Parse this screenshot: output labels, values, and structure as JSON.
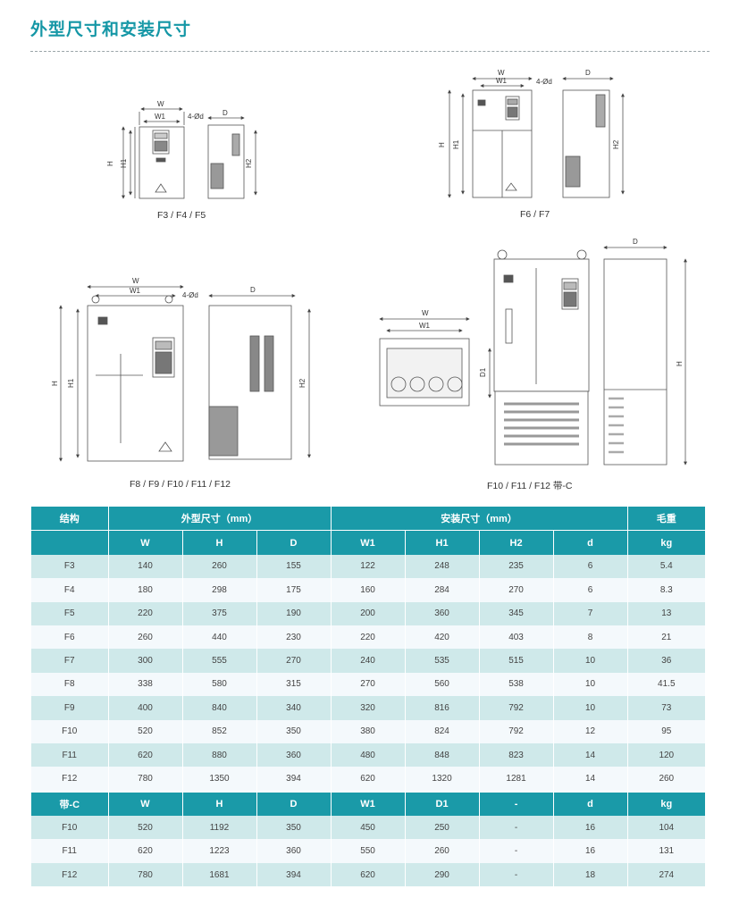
{
  "title": "外型尺寸和安装尺寸",
  "figures": [
    {
      "label": "F3 / F4 / F5"
    },
    {
      "label": "F6 / F7"
    },
    {
      "label": "F8 / F9 / F10 / F11 / F12"
    },
    {
      "label": "F10 / F11 / F12 带-C"
    }
  ],
  "dims": {
    "W": "W",
    "W1": "W1",
    "H": "H",
    "H1": "H1",
    "H2": "H2",
    "D": "D",
    "D1": "D1",
    "hole": "4-Ød"
  },
  "table": {
    "group_headers": {
      "structure": "结构",
      "outline": "外型尺寸（mm）",
      "install": "安装尺寸（mm）",
      "weight": "毛重"
    },
    "sub_headers": [
      "W",
      "H",
      "D",
      "W1",
      "H1",
      "H2",
      "d",
      "kg"
    ],
    "rows": [
      [
        "F3",
        "140",
        "260",
        "155",
        "122",
        "248",
        "235",
        "6",
        "5.4"
      ],
      [
        "F4",
        "180",
        "298",
        "175",
        "160",
        "284",
        "270",
        "6",
        "8.3"
      ],
      [
        "F5",
        "220",
        "375",
        "190",
        "200",
        "360",
        "345",
        "7",
        "13"
      ],
      [
        "F6",
        "260",
        "440",
        "230",
        "220",
        "420",
        "403",
        "8",
        "21"
      ],
      [
        "F7",
        "300",
        "555",
        "270",
        "240",
        "535",
        "515",
        "10",
        "36"
      ],
      [
        "F8",
        "338",
        "580",
        "315",
        "270",
        "560",
        "538",
        "10",
        "41.5"
      ],
      [
        "F9",
        "400",
        "840",
        "340",
        "320",
        "816",
        "792",
        "10",
        "73"
      ],
      [
        "F10",
        "520",
        "852",
        "350",
        "380",
        "824",
        "792",
        "12",
        "95"
      ],
      [
        "F11",
        "620",
        "880",
        "360",
        "480",
        "848",
        "823",
        "14",
        "120"
      ],
      [
        "F12",
        "780",
        "1350",
        "394",
        "620",
        "1320",
        "1281",
        "14",
        "260"
      ]
    ],
    "c_headers": [
      "带-C",
      "W",
      "H",
      "D",
      "W1",
      "D1",
      "-",
      "d",
      "kg"
    ],
    "c_rows": [
      [
        "F10",
        "520",
        "1192",
        "350",
        "450",
        "250",
        "-",
        "16",
        "104"
      ],
      [
        "F11",
        "620",
        "1223",
        "360",
        "550",
        "260",
        "-",
        "16",
        "131"
      ],
      [
        "F12",
        "780",
        "1681",
        "394",
        "620",
        "290",
        "-",
        "18",
        "274"
      ]
    ]
  }
}
